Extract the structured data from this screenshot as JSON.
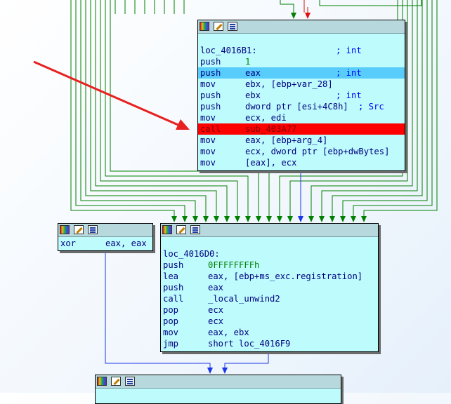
{
  "colors": {
    "node_bg": "#bdfbfd",
    "header_bg": "#b7d9dd",
    "highlight_blue": "#58cdfb",
    "highlight_red": "#ff0000",
    "edge_green": "#008000",
    "edge_blue": "#1a36e8",
    "edge_red": "#e01010",
    "annotation_arrow": "#e82020"
  },
  "header_icons": [
    "graph-color-icon",
    "edit-pencil-icon",
    "xrefs-list-icon"
  ],
  "block_top": {
    "label": "loc_4016B1:",
    "label_comment": "; int",
    "lines": [
      {
        "mnemonic": "push",
        "operand": "1",
        "comment": ""
      },
      {
        "mnemonic": "push",
        "operand": "eax",
        "comment": "; int"
      },
      {
        "mnemonic": "mov",
        "operand": "ebx, [ebp+var_28]",
        "comment": ""
      },
      {
        "mnemonic": "push",
        "operand": "ebx",
        "comment": "; int"
      },
      {
        "mnemonic": "push",
        "operand": "dword ptr [esi+4C8h]",
        "comment": "; Src"
      },
      {
        "mnemonic": "mov",
        "operand": "ecx, edi",
        "comment": ""
      },
      {
        "mnemonic": "call",
        "operand": "sub_403A77",
        "comment": ""
      },
      {
        "mnemonic": "mov",
        "operand": "eax, [ebp+arg_4]",
        "comment": ""
      },
      {
        "mnemonic": "mov",
        "operand": "ecx, dword ptr [ebp+dwBytes]",
        "comment": ""
      },
      {
        "mnemonic": "mov",
        "operand": "[eax], ecx",
        "comment": ""
      }
    ]
  },
  "block_xor": {
    "lines": [
      {
        "mnemonic": "xor",
        "operand": "eax, eax",
        "comment": ""
      }
    ]
  },
  "block_main": {
    "label": "loc_4016D0:",
    "lines": [
      {
        "mnemonic": "push",
        "operand": "0FFFFFFFFh",
        "comment": ""
      },
      {
        "mnemonic": "lea",
        "operand": "eax, [ebp+ms_exc.registration]",
        "comment": ""
      },
      {
        "mnemonic": "push",
        "operand": "eax",
        "comment": ""
      },
      {
        "mnemonic": "call",
        "operand": "_local_unwind2",
        "comment": ""
      },
      {
        "mnemonic": "pop",
        "operand": "ecx",
        "comment": ""
      },
      {
        "mnemonic": "pop",
        "operand": "ecx",
        "comment": ""
      },
      {
        "mnemonic": "mov",
        "operand": "eax, ebx",
        "comment": ""
      },
      {
        "mnemonic": "jmp",
        "operand": "short loc_4016F9",
        "comment": ""
      }
    ]
  }
}
